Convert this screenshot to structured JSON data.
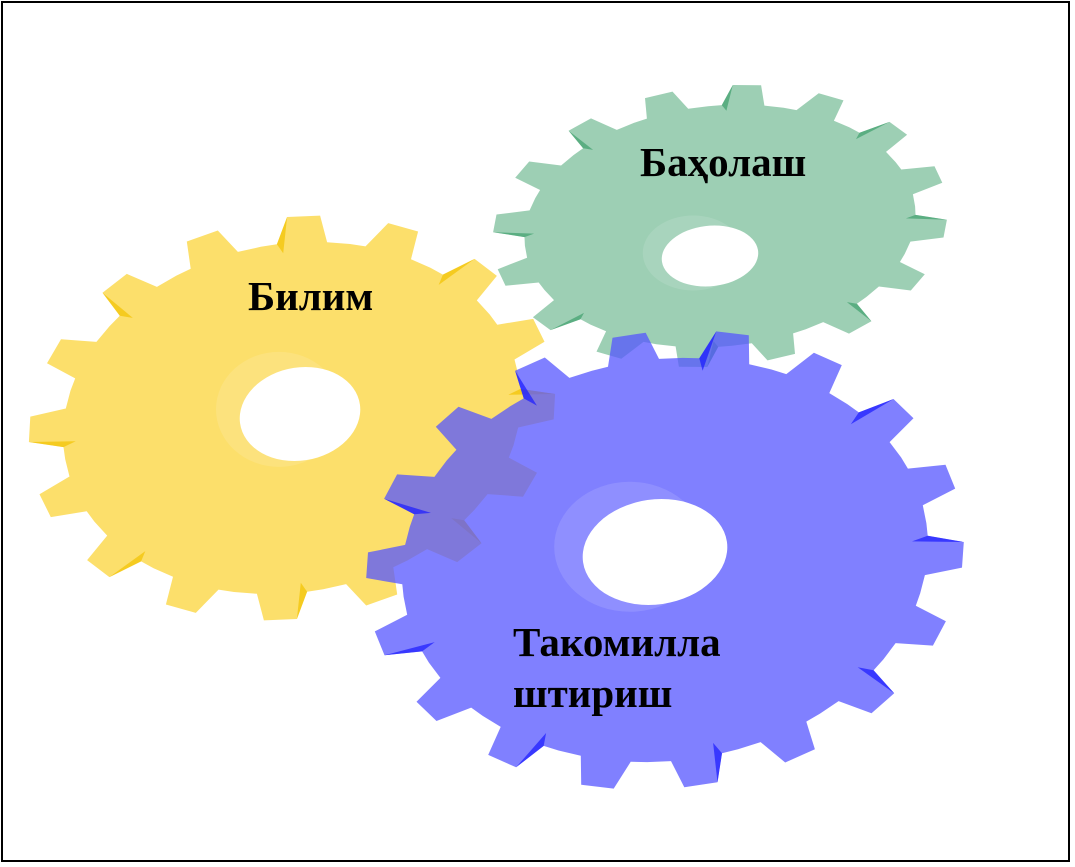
{
  "diagram": {
    "gears": [
      {
        "id": "yellow",
        "label_lines": [
          "Билим"
        ],
        "fill": "#fbd84a",
        "shade": "#f2c200"
      },
      {
        "id": "green",
        "label_lines": [
          "Баҳолаш"
        ],
        "fill": "#7cbf9b",
        "shade": "#3f9f6c"
      },
      {
        "id": "blue",
        "label_lines": [
          "Такомилла",
          "штириш"
        ],
        "fill": "#5555ff",
        "shade": "#1a1aff"
      }
    ]
  }
}
